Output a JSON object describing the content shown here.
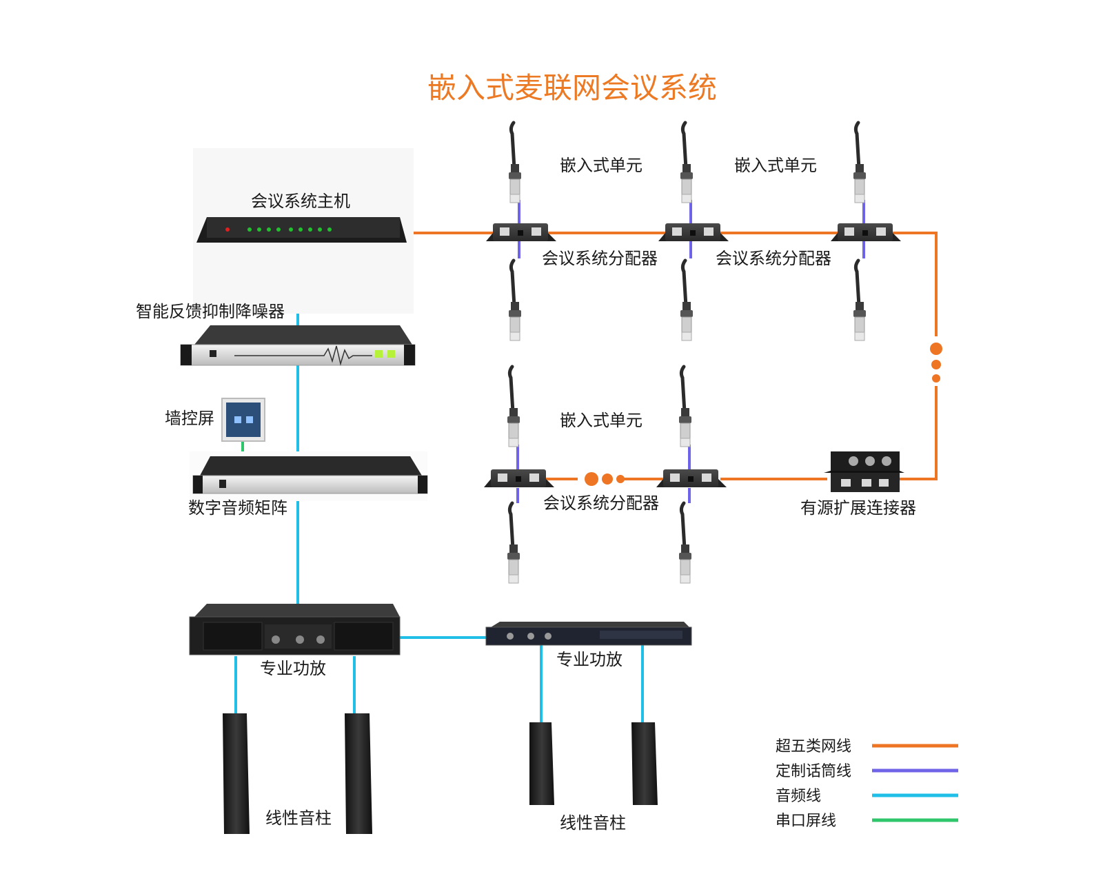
{
  "title": "嵌入式麦联网会议系统",
  "devices": {
    "host": "会议系统主机",
    "feedback_suppressor": "智能反馈抑制降噪器",
    "wall_panel": "墙控屏",
    "audio_matrix": "数字音频矩阵",
    "amplifier_left": "专业功放",
    "amplifier_right": "专业功放",
    "speakers_left": "线性音柱",
    "speakers_right": "线性音柱",
    "active_extender": "有源扩展连接器"
  },
  "units": {
    "unit_1": "嵌入式单元",
    "unit_2": "嵌入式单元",
    "unit_3": "嵌入式单元",
    "splitter_1": "会议系统分配器",
    "splitter_2": "会议系统分配器",
    "splitter_3": "会议系统分配器"
  },
  "legend": [
    {
      "label": "超五类网线",
      "color": "#ee7523"
    },
    {
      "label": "定制话筒线",
      "color": "#6f63e8"
    },
    {
      "label": "音频线",
      "color": "#1fbfe8"
    },
    {
      "label": "串口屏线",
      "color": "#2fc56a"
    }
  ],
  "colors": {
    "title": "#ec7a24",
    "cat5": "#ee7523",
    "mic": "#6f63e8",
    "audio": "#1fbfe8",
    "serial": "#2fc56a"
  }
}
